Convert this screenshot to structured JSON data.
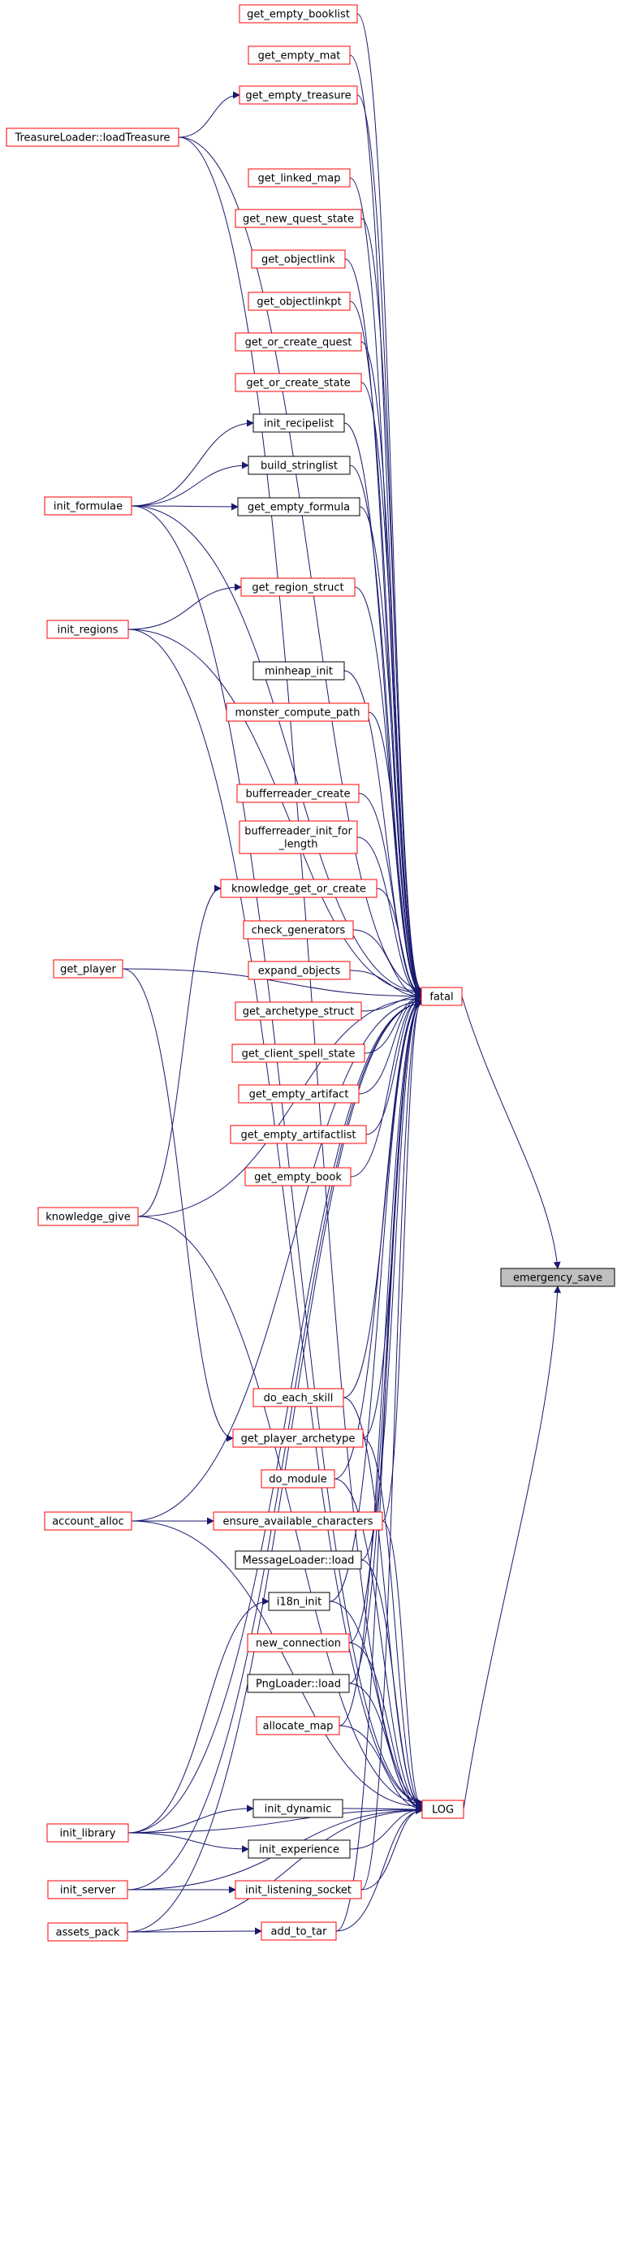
{
  "graph": {
    "root": "emergency_save",
    "hubs": [
      "fatal",
      "LOG"
    ],
    "nodes": [
      {
        "id": "emergency_save",
        "label": "emergency_save",
        "style": "root"
      },
      {
        "id": "fatal",
        "label": "fatal",
        "style": "red"
      },
      {
        "id": "LOG",
        "label": "LOG",
        "style": "red"
      },
      {
        "id": "get_empty_booklist",
        "label": "get_empty_booklist",
        "style": "red"
      },
      {
        "id": "get_empty_mat",
        "label": "get_empty_mat",
        "style": "red"
      },
      {
        "id": "get_empty_treasure",
        "label": "get_empty_treasure",
        "style": "red"
      },
      {
        "id": "TreasureLoader_loadTreasure",
        "label": "TreasureLoader::loadTreasure",
        "style": "red"
      },
      {
        "id": "get_linked_map",
        "label": "get_linked_map",
        "style": "red"
      },
      {
        "id": "get_new_quest_state",
        "label": "get_new_quest_state",
        "style": "red"
      },
      {
        "id": "get_objectlink",
        "label": "get_objectlink",
        "style": "red"
      },
      {
        "id": "get_objectlinkpt",
        "label": "get_objectlinkpt",
        "style": "red"
      },
      {
        "id": "get_or_create_quest",
        "label": "get_or_create_quest",
        "style": "red"
      },
      {
        "id": "get_or_create_state",
        "label": "get_or_create_state",
        "style": "red"
      },
      {
        "id": "init_recipelist",
        "label": "init_recipelist",
        "style": "black"
      },
      {
        "id": "build_stringlist",
        "label": "build_stringlist",
        "style": "black"
      },
      {
        "id": "init_formulae",
        "label": "init_formulae",
        "style": "red"
      },
      {
        "id": "get_empty_formula",
        "label": "get_empty_formula",
        "style": "black"
      },
      {
        "id": "get_region_struct",
        "label": "get_region_struct",
        "style": "red"
      },
      {
        "id": "init_regions",
        "label": "init_regions",
        "style": "red"
      },
      {
        "id": "minheap_init",
        "label": "minheap_init",
        "style": "black"
      },
      {
        "id": "monster_compute_path",
        "label": "monster_compute_path",
        "style": "red"
      },
      {
        "id": "bufferreader_create",
        "label": "bufferreader_create",
        "style": "red"
      },
      {
        "id": "bufferreader_init_for_length",
        "label": "bufferreader_init_for\n_length",
        "style": "red"
      },
      {
        "id": "knowledge_get_or_create",
        "label": "knowledge_get_or_create",
        "style": "red"
      },
      {
        "id": "get_player",
        "label": "get_player",
        "style": "red"
      },
      {
        "id": "check_generators",
        "label": "check_generators",
        "style": "red"
      },
      {
        "id": "expand_objects",
        "label": "expand_objects",
        "style": "red"
      },
      {
        "id": "get_archetype_struct",
        "label": "get_archetype_struct",
        "style": "red"
      },
      {
        "id": "get_client_spell_state",
        "label": "get_client_spell_state",
        "style": "red"
      },
      {
        "id": "get_empty_artifact",
        "label": "get_empty_artifact",
        "style": "red"
      },
      {
        "id": "get_empty_artifactlist",
        "label": "get_empty_artifactlist",
        "style": "red"
      },
      {
        "id": "get_empty_book",
        "label": "get_empty_book",
        "style": "red"
      },
      {
        "id": "knowledge_give",
        "label": "knowledge_give",
        "style": "red"
      },
      {
        "id": "do_each_skill",
        "label": "do_each_skill",
        "style": "red"
      },
      {
        "id": "get_player_archetype",
        "label": "get_player_archetype",
        "style": "red"
      },
      {
        "id": "do_module",
        "label": "do_module",
        "style": "red"
      },
      {
        "id": "account_alloc",
        "label": "account_alloc",
        "style": "red"
      },
      {
        "id": "ensure_available_characters",
        "label": "ensure_available_characters",
        "style": "red"
      },
      {
        "id": "MessageLoader_load",
        "label": "MessageLoader::load",
        "style": "black"
      },
      {
        "id": "i18n_init",
        "label": "i18n_init",
        "style": "black"
      },
      {
        "id": "new_connection",
        "label": "new_connection",
        "style": "red"
      },
      {
        "id": "PngLoader_load",
        "label": "PngLoader::load",
        "style": "black"
      },
      {
        "id": "allocate_map",
        "label": "allocate_map",
        "style": "red"
      },
      {
        "id": "init_library",
        "label": "init_library",
        "style": "red"
      },
      {
        "id": "init_dynamic",
        "label": "init_dynamic",
        "style": "black"
      },
      {
        "id": "init_experience",
        "label": "init_experience",
        "style": "black"
      },
      {
        "id": "init_server",
        "label": "init_server",
        "style": "red"
      },
      {
        "id": "init_listening_socket",
        "label": "init_listening_socket",
        "style": "red"
      },
      {
        "id": "assets_pack",
        "label": "assets_pack",
        "style": "red"
      },
      {
        "id": "add_to_tar",
        "label": "add_to_tar",
        "style": "red"
      }
    ],
    "edges": [
      [
        "fatal",
        "emergency_save"
      ],
      [
        "LOG",
        "emergency_save"
      ],
      [
        "get_empty_booklist",
        "fatal"
      ],
      [
        "get_empty_mat",
        "fatal"
      ],
      [
        "get_empty_treasure",
        "fatal"
      ],
      [
        "TreasureLoader_loadTreasure",
        "get_empty_treasure"
      ],
      [
        "TreasureLoader_loadTreasure",
        "fatal"
      ],
      [
        "TreasureLoader_loadTreasure",
        "LOG"
      ],
      [
        "get_linked_map",
        "fatal"
      ],
      [
        "get_new_quest_state",
        "fatal"
      ],
      [
        "get_objectlink",
        "fatal"
      ],
      [
        "get_objectlinkpt",
        "fatal"
      ],
      [
        "get_or_create_quest",
        "fatal"
      ],
      [
        "get_or_create_state",
        "fatal"
      ],
      [
        "init_recipelist",
        "fatal"
      ],
      [
        "build_stringlist",
        "fatal"
      ],
      [
        "init_formulae",
        "init_recipelist"
      ],
      [
        "init_formulae",
        "build_stringlist"
      ],
      [
        "init_formulae",
        "get_empty_formula"
      ],
      [
        "init_formulae",
        "fatal"
      ],
      [
        "init_formulae",
        "LOG"
      ],
      [
        "get_empty_formula",
        "fatal"
      ],
      [
        "get_region_struct",
        "fatal"
      ],
      [
        "init_regions",
        "get_region_struct"
      ],
      [
        "init_regions",
        "fatal"
      ],
      [
        "init_regions",
        "LOG"
      ],
      [
        "minheap_init",
        "fatal"
      ],
      [
        "monster_compute_path",
        "fatal"
      ],
      [
        "bufferreader_create",
        "fatal"
      ],
      [
        "bufferreader_init_for_length",
        "fatal"
      ],
      [
        "knowledge_get_or_create",
        "fatal"
      ],
      [
        "get_player",
        "fatal"
      ],
      [
        "get_player",
        "get_player_archetype"
      ],
      [
        "check_generators",
        "fatal"
      ],
      [
        "expand_objects",
        "fatal"
      ],
      [
        "get_archetype_struct",
        "fatal"
      ],
      [
        "get_client_spell_state",
        "fatal"
      ],
      [
        "get_empty_artifact",
        "fatal"
      ],
      [
        "get_empty_artifactlist",
        "fatal"
      ],
      [
        "get_empty_book",
        "fatal"
      ],
      [
        "knowledge_give",
        "knowledge_get_or_create"
      ],
      [
        "knowledge_give",
        "fatal"
      ],
      [
        "knowledge_give",
        "LOG"
      ],
      [
        "do_each_skill",
        "fatal"
      ],
      [
        "do_each_skill",
        "LOG"
      ],
      [
        "get_player_archetype",
        "fatal"
      ],
      [
        "get_player_archetype",
        "LOG"
      ],
      [
        "do_module",
        "fatal"
      ],
      [
        "do_module",
        "LOG"
      ],
      [
        "account_alloc",
        "ensure_available_characters"
      ],
      [
        "account_alloc",
        "fatal"
      ],
      [
        "account_alloc",
        "LOG"
      ],
      [
        "ensure_available_characters",
        "fatal"
      ],
      [
        "ensure_available_characters",
        "LOG"
      ],
      [
        "MessageLoader_load",
        "fatal"
      ],
      [
        "MessageLoader_load",
        "LOG"
      ],
      [
        "i18n_init",
        "fatal"
      ],
      [
        "i18n_init",
        "LOG"
      ],
      [
        "new_connection",
        "fatal"
      ],
      [
        "new_connection",
        "LOG"
      ],
      [
        "PngLoader_load",
        "fatal"
      ],
      [
        "PngLoader_load",
        "LOG"
      ],
      [
        "allocate_map",
        "fatal"
      ],
      [
        "allocate_map",
        "LOG"
      ],
      [
        "init_library",
        "i18n_init"
      ],
      [
        "init_library",
        "init_dynamic"
      ],
      [
        "init_library",
        "init_experience"
      ],
      [
        "init_library",
        "fatal"
      ],
      [
        "init_library",
        "LOG"
      ],
      [
        "init_dynamic",
        "LOG"
      ],
      [
        "init_experience",
        "LOG"
      ],
      [
        "init_server",
        "init_listening_socket"
      ],
      [
        "init_server",
        "fatal"
      ],
      [
        "init_server",
        "LOG"
      ],
      [
        "init_listening_socket",
        "fatal"
      ],
      [
        "init_listening_socket",
        "LOG"
      ],
      [
        "assets_pack",
        "add_to_tar"
      ],
      [
        "assets_pack",
        "fatal"
      ],
      [
        "assets_pack",
        "LOG"
      ],
      [
        "add_to_tar",
        "fatal"
      ],
      [
        "add_to_tar",
        "LOG"
      ]
    ],
    "colors": {
      "edge": "#191970",
      "red_border": "#ff0000",
      "black_border": "#000000",
      "root_fill": "#bfbfbf",
      "node_fill": "#ffffff"
    }
  }
}
